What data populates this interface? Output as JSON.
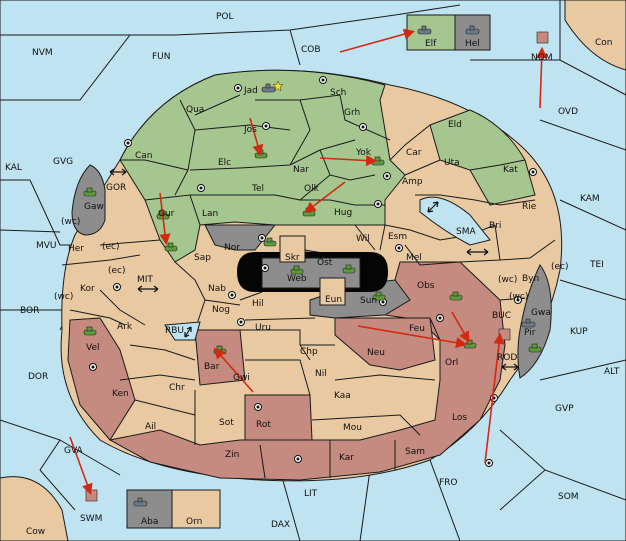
{
  "colors": {
    "sea": "#bfe3f0",
    "neutral": "#e8c9a2",
    "green": "#a6c68f",
    "red": "#c58a80",
    "gray": "#8d8d8d",
    "pale": "#efe4cf",
    "order": "#d22a12",
    "unit": "#5e9a3c"
  },
  "seas": {
    "POL": "POL",
    "NVM": "NVM",
    "FUN": "FUN",
    "COB": "COB",
    "Con": "Con",
    "NOM": "NOM",
    "OVD": "OVD",
    "KAL": "KAL",
    "GVG": "GVG",
    "GOR": "GOR",
    "MVU": "MVU",
    "MIT": "MIT",
    "BOR": "BOR",
    "RBU": "RBU",
    "DOR": "DOR",
    "GVA": "GVA",
    "SWM": "SWM",
    "Cow": "Cow",
    "DAX": "DAX",
    "LIT": "LIT",
    "FRO": "FRO",
    "SOM": "SOM",
    "GVP": "GVP",
    "ALT": "ALT",
    "KUP": "KUP",
    "TEI": "TEI",
    "KAM": "KAM",
    "SMA": "SMA",
    "BUC": "BUC",
    "ROD": "ROD"
  },
  "provinces": {
    "Jad": "Jad",
    "Sch": "Sch",
    "Qua": "Qua",
    "Jos": "Jos",
    "Grh": "Grh",
    "Eld": "Eld",
    "Can": "Can",
    "Elc": "Elc",
    "Nar": "Nar",
    "Yok": "Yok",
    "Car": "Car",
    "Uta": "Uta",
    "Kat": "Kat",
    "Tel": "Tel",
    "Olk": "Olk",
    "Amp": "Amp",
    "Gaw": "Gaw",
    "Gur": "Gur",
    "Lan": "Lan",
    "Hug": "Hug",
    "Rie": "Rie",
    "Bri": "Bri",
    "Wil": "Wil",
    "Esm": "Esm",
    "Her": "Her",
    "Nor": "Nor",
    "Skr": "Skr",
    "Sap": "Sap",
    "Ost": "Ost",
    "Web": "Web",
    "Mel": "Mel",
    "Byn": "Byn",
    "Kor": "Kor",
    "Nab": "Nab",
    "Eun": "Eun",
    "Obs": "Obs",
    "Sun": "Sun",
    "Gwa": "Gwa",
    "Hil": "Hil",
    "Nog": "Nog",
    "Ark": "Ark",
    "Uru": "Uru",
    "Feu": "Feu",
    "Pir": "Pir",
    "Vel": "Vel",
    "Chp": "Chp",
    "Neu": "Neu",
    "Orl": "Orl",
    "Bar": "Bar",
    "Gwi": "Gwi",
    "Nil": "Nil",
    "Ken": "Ken",
    "Chr": "Chr",
    "Kaa": "Kaa",
    "Ail": "Ail",
    "Sot": "Sot",
    "Rot": "Rot",
    "Mou": "Mou",
    "Los": "Los",
    "Zin": "Zin",
    "Kar": "Kar",
    "Sam": "Sam",
    "Elf": "Elf",
    "Hel": "Hel",
    "Aba": "Aba",
    "Orn": "Orn"
  },
  "coast_marks": {
    "wc1": "(wc)",
    "ec1": "(ec)",
    "ec2": "(ec)",
    "wc2": "(wc)",
    "wc3": "(wc)",
    "ec3": "(ec)",
    "wc4": "(wc)"
  }
}
